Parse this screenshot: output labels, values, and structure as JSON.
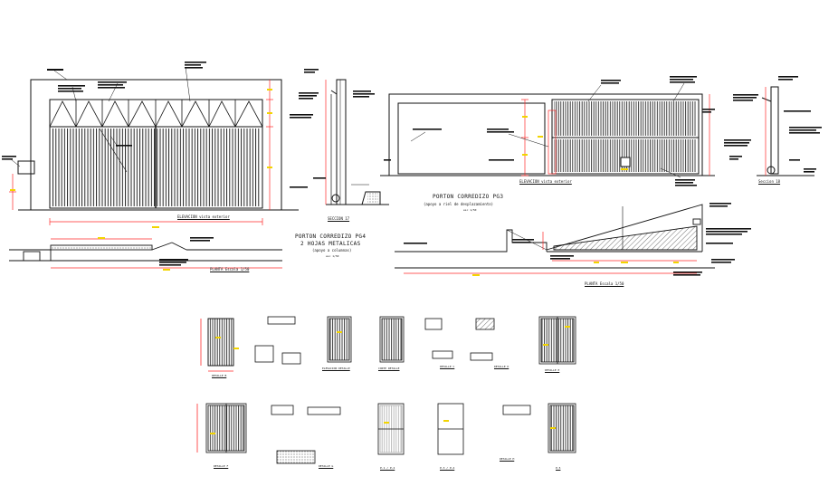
{
  "colors": {
    "line": "#111111",
    "dimension": "#ff2a2a",
    "accent_yellow": "#f2d400",
    "background": "#ffffff"
  },
  "drawing_1": {
    "title_line1": "PORTON CORREDIZO PG4",
    "title_line2": "2 HOJAS METALICAS",
    "title_line3": "(apoyo a columnas)",
    "scale": "esc 1/50",
    "elevation_caption": "ELEVACION vista exterior",
    "section_caption": "SECCION 17",
    "plan_caption": "PLANTA Escala 1/50"
  },
  "drawing_2": {
    "title_line1": "PORTON CORREDIZO PG3",
    "title_line2": "(apoyo a riel de desplazamiento)",
    "scale": "esc 1/50",
    "elevation_caption": "ELEVACION vista exterior",
    "section_caption": "Seccion 18",
    "plan_caption": "PLANTA Escala 1/50"
  },
  "details": {
    "row1_captions": [
      "DETALLE B",
      "ELEVACION DETALLE",
      "CORTE DETALLE",
      "DETALLE C",
      "DETALLE D",
      "DETALLE E"
    ],
    "row2_captions": [
      "DETALLE F",
      "DETALLE G",
      "P-1 / P-2",
      "P-3 / P-4",
      "DETALLE H",
      "P-5"
    ]
  }
}
